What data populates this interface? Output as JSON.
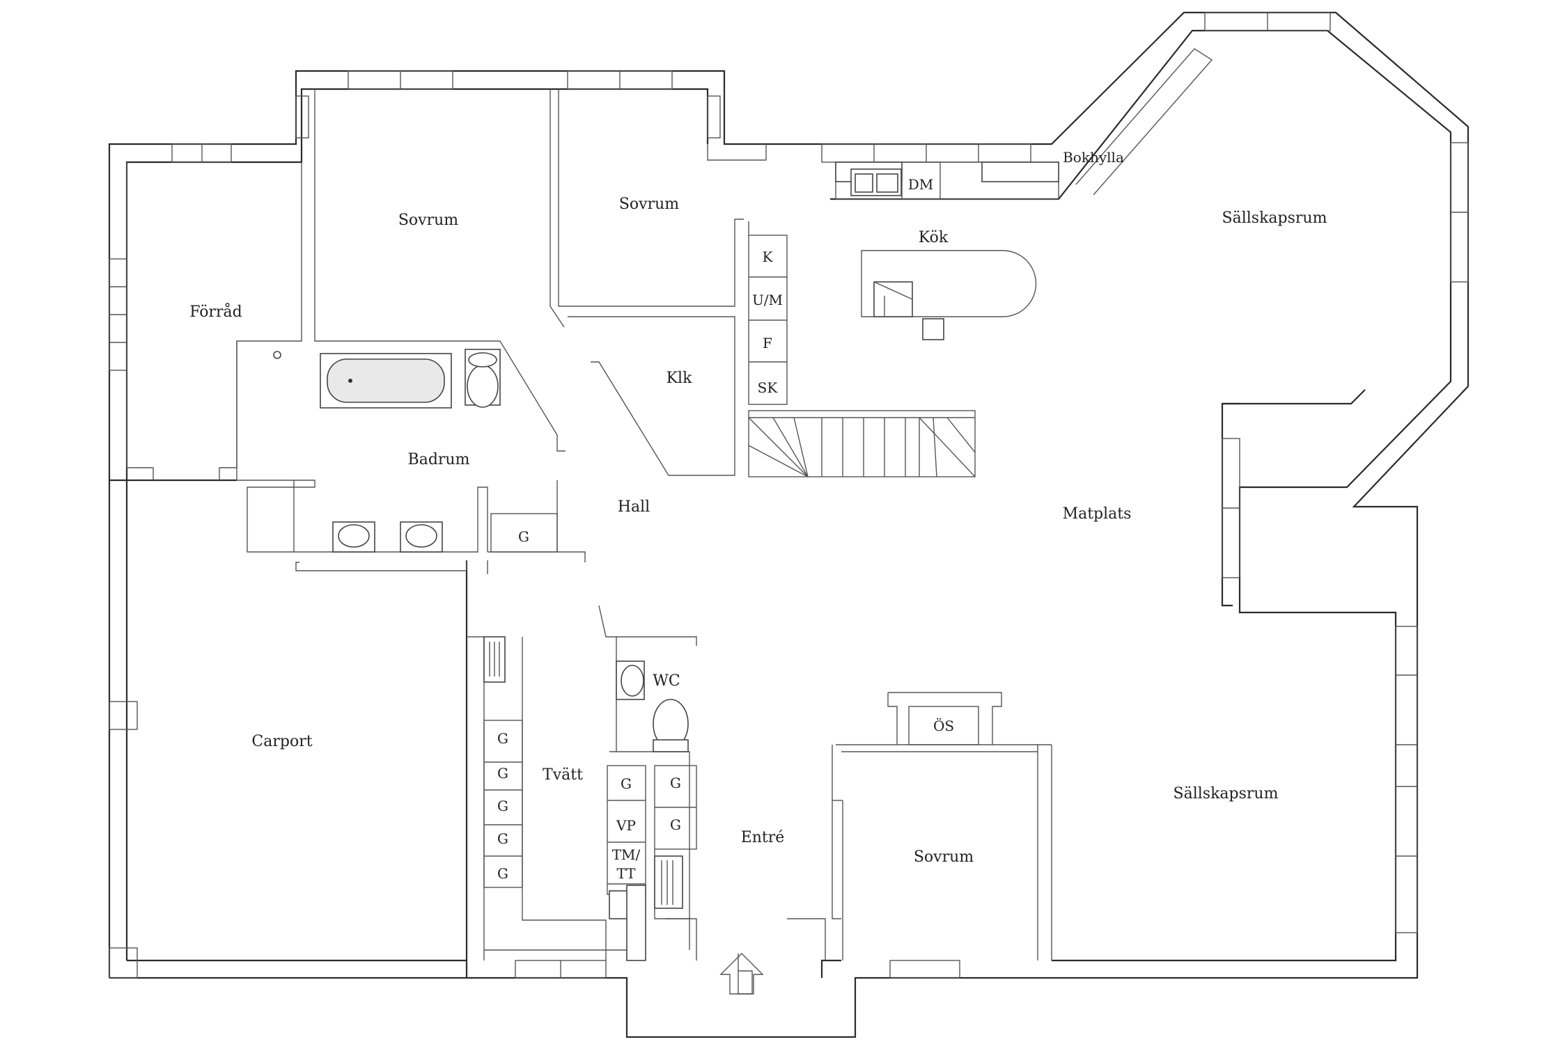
{
  "rooms": {
    "forrad": "Förråd",
    "sovrum_1": "Sovrum",
    "sovrum_2": "Sovrum",
    "sovrum_3": "Sovrum",
    "kok": "Kök",
    "sallskapsrum_1": "Sällskapsrum",
    "sallskapsrum_2": "Sällskapsrum",
    "klk": "Klk",
    "badrum": "Badrum",
    "hall": "Hall",
    "matplats": "Matplats",
    "carport": "Carport",
    "tvatt": "Tvätt",
    "wc": "WC",
    "entre": "Entré"
  },
  "fixtures": {
    "bokhylla": "Bokhylla",
    "dm": "DM",
    "k": "K",
    "um": "U/M",
    "f": "F",
    "sk": "SK",
    "g_hall": "G",
    "g_tvatt": [
      "G",
      "G",
      "G",
      "G",
      "G"
    ],
    "g_entre_1": "G",
    "g_vp_col": "G",
    "vp": "VP",
    "tm_1": "TM/",
    "tm_2": "TT",
    "g_entre_2": "G",
    "os": "ÖS"
  }
}
